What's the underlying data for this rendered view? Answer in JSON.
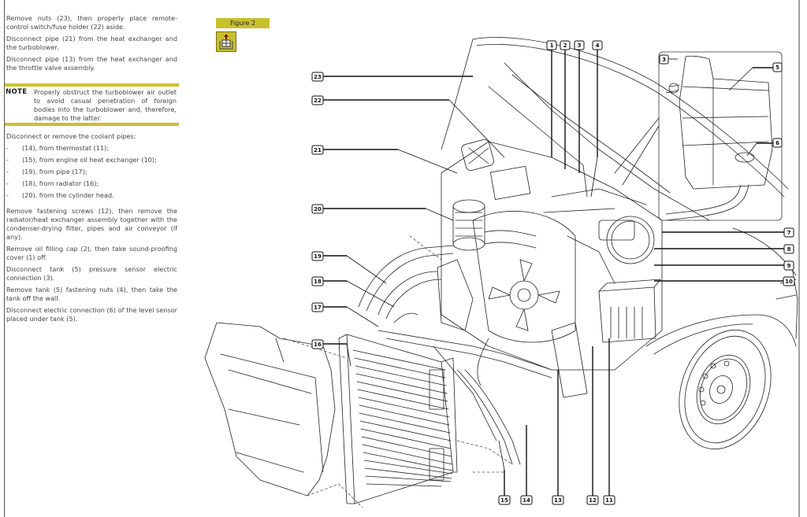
{
  "instructions": {
    "paragraphs_top": [
      "Remove nuts (23), then properly place remote-control switch/fuse holder (22) aside.",
      "Disconnect pipe (21) from the heat exchanger and the turboblower.",
      "Disconnect pipe (13) from the heat exchanger and the throttle valve assembly."
    ],
    "note": {
      "label": "NOTE",
      "text": "Properly obstruct the turboblower air outlet to avoid casual penetration of foreign bodies into the turboblower and, therefore, damage to the latter."
    },
    "coolant_intro": "Disconnect or remove the coolant pipes:",
    "coolant_list": [
      {
        "dash": "-",
        "text": "(14), from thermostat (11);"
      },
      {
        "dash": "-",
        "text": "(15), from engine oil heat exchanger (10);"
      },
      {
        "dash": "-",
        "text": "(19), from pipe (17);"
      },
      {
        "dash": "-",
        "text": "(18), from radiator (16);"
      },
      {
        "dash": "-",
        "text": "(20), from the cylinder head."
      }
    ],
    "paragraphs_bottom": [
      "Remove fastening screws (12), then remove the radiator/heat exchanger assembly together with the condenser-drying filter, pipes and air conveyor (if any).",
      "Remove oil filling cap (2), then take sound-proofing cover (1) off.",
      "Disconnect tank (5) pressure sensor electric connection (3).",
      "Remove tank (5) fastening nuts (4), then take the tank off the wall.",
      "Disconnect electric connection (6) of the level sensor placed under tank (5)."
    ]
  },
  "figure": {
    "label": "Figure 2",
    "icon": "removal-up-arrow-icon",
    "accent_color": "#c8c02e",
    "callouts_top": [
      "1",
      "2",
      "3",
      "4"
    ],
    "callouts_left": [
      "23",
      "22",
      "21",
      "20",
      "19",
      "18",
      "17",
      "16"
    ],
    "callouts_right": [
      "7",
      "8",
      "9",
      "10"
    ],
    "callouts_bottom": [
      "15",
      "14",
      "13",
      "12",
      "11"
    ],
    "callouts_inset": [
      "3",
      "5",
      "6"
    ]
  }
}
